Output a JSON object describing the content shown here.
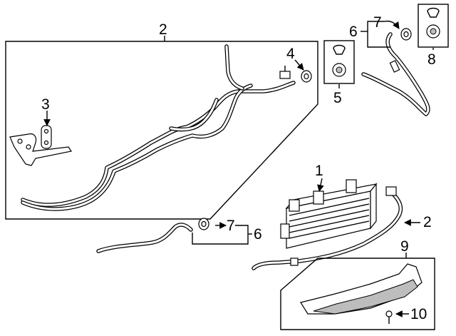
{
  "diagram": {
    "callouts": {
      "c1": "1",
      "c2_top": "2",
      "c2_right": "2",
      "c3": "3",
      "c4": "4",
      "c5": "5",
      "c6_top": "6",
      "c6_bottom": "6",
      "c7_top": "7",
      "c7_bottom": "7",
      "c8": "8",
      "c9": "9",
      "c10": "10"
    }
  }
}
